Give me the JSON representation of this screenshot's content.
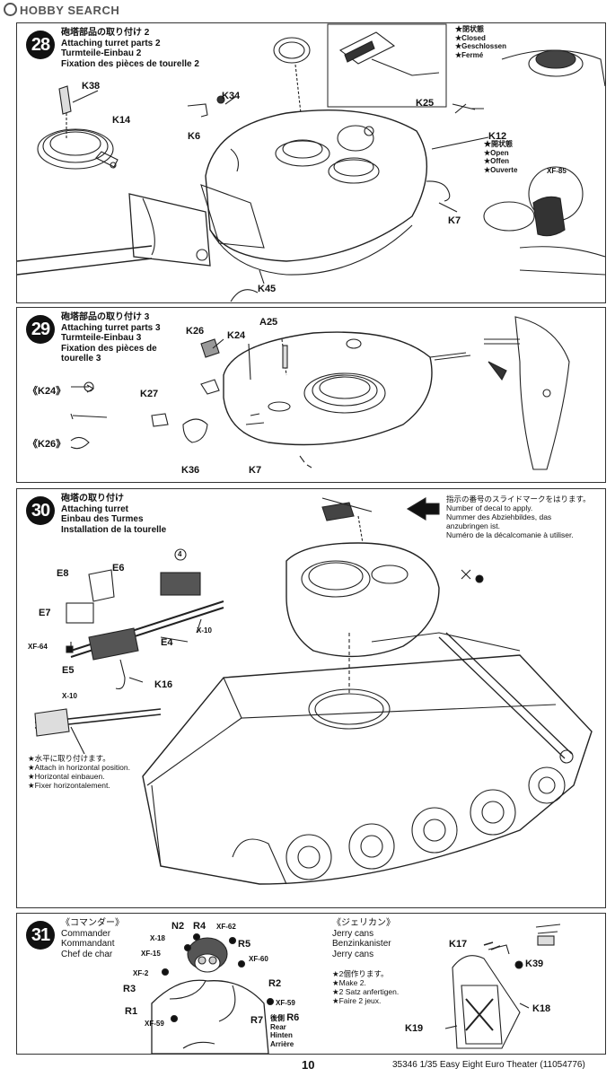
{
  "watermark": "HOBBY SEARCH",
  "step28": {
    "num": "28",
    "title": [
      "砲塔部品の取り付け 2",
      "Attaching turret parts 2",
      "Turmteile-Einbau 2",
      "Fixation des pièces de tourelle 2"
    ],
    "closed": [
      "★閉状態",
      "★Closed",
      "★Geschlossen",
      "★Fermé"
    ],
    "open": [
      "★開状態",
      "★Open",
      "★Offen",
      "★Ouverte"
    ],
    "labels": {
      "k38": "K38",
      "k14": "K14",
      "k34": "K34",
      "k6": "K6",
      "k25": "K25",
      "k12": "K12",
      "k7": "K7",
      "k45": "K45",
      "xf85": "XF-85"
    }
  },
  "step29": {
    "num": "29",
    "title": [
      "砲塔部品の取り付け 3",
      "Attaching turret parts 3",
      "Turmteile-Einbau 3",
      "Fixation des pièces de",
      "tourelle 3"
    ],
    "labels": {
      "k26": "K26",
      "k24": "K24",
      "a25": "A25",
      "k24b": "《K24》",
      "k26b": "《K26》",
      "k27": "K27",
      "k36": "K36",
      "k7": "K7"
    }
  },
  "step30": {
    "num": "30",
    "title": [
      "砲塔の取り付け",
      "Attaching turret",
      "Einbau des Turmes",
      "Installation de la tourelle"
    ],
    "decal": [
      "指示の番号のスライドマークをはります。",
      "Number of decal to apply.",
      "Nummer des Abziehbildes, das",
      "anzubringen ist.",
      "Numéro de la décalcomanie à utiliser."
    ],
    "horiz": [
      "★水平に取り付けます。",
      "★Attach in horizontal position.",
      "★Horizontal einbauen.",
      "★Fixer horizontalement."
    ],
    "labels": {
      "e8": "E8",
      "e6": "E6",
      "e7": "E7",
      "e4": "E4",
      "e5": "E5",
      "k16": "K16",
      "xf64": "XF-64",
      "x10a": "X-10",
      "x10b": "X-10",
      "decalno": "4"
    }
  },
  "step31": {
    "num": "31",
    "commander": [
      "《コマンダー》",
      "Commander",
      "Kommandant",
      "Chef de char"
    ],
    "jerry": [
      "《ジェリカン》",
      "Jerry cans",
      "Benzinkanister",
      "Jerry cans"
    ],
    "make2": [
      "★2個作ります。",
      "★Make 2.",
      "★2 Satz anfertigen.",
      "★Faire 2 jeux."
    ],
    "rear": [
      "後側",
      "Rear",
      "Hinten",
      "Arrière"
    ],
    "labels": {
      "n2": "N2",
      "r4": "R4",
      "xf62": "XF-62",
      "x18": "X-18",
      "xf15": "XF-15",
      "r5": "R5",
      "xf60": "XF-60",
      "xf2": "XF-2",
      "r2": "R2",
      "r3": "R3",
      "xf59a": "XF-59",
      "r1": "R1",
      "xf59b": "XF-59",
      "r7": "R7",
      "r6": "R6",
      "k17": "K17",
      "k39": "K39",
      "k18": "K18",
      "k19": "K19"
    }
  },
  "page": {
    "number": "10",
    "footer": "35346  1/35 Easy Eight Euro Theater (11054776)"
  }
}
